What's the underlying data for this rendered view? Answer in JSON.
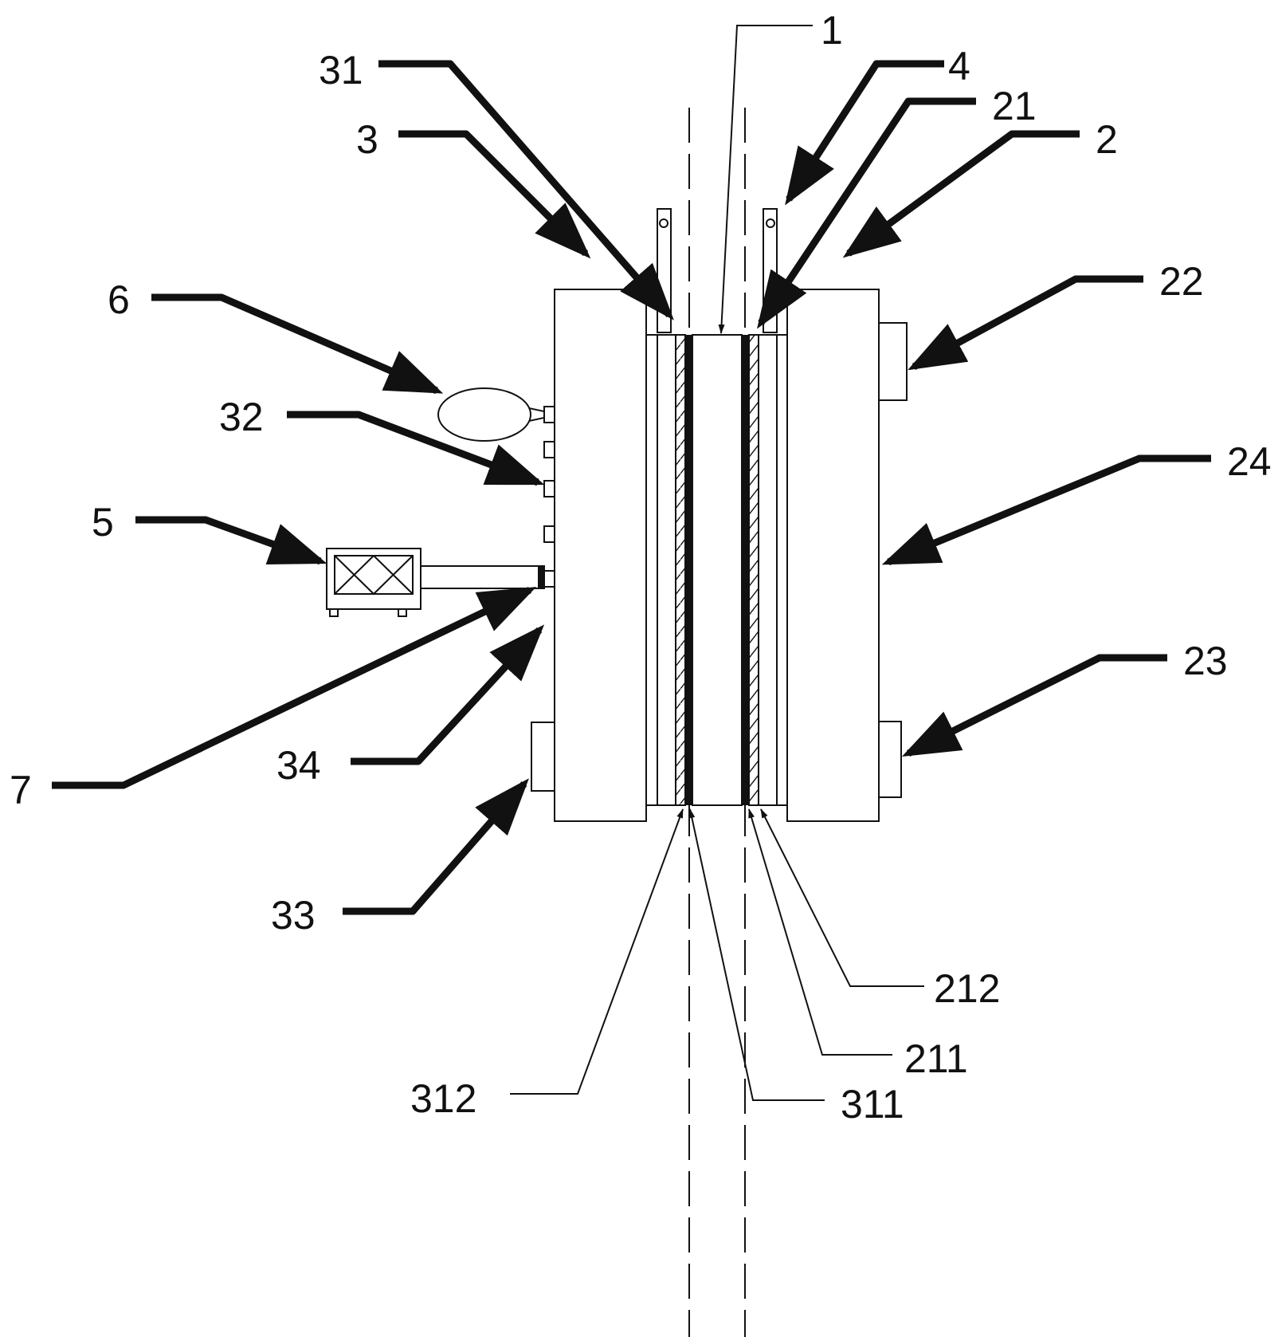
{
  "labels": {
    "l1": "1",
    "l2": "2",
    "l3": "3",
    "l4": "4",
    "l5": "5",
    "l6": "6",
    "l7": "7",
    "l21": "21",
    "l22": "22",
    "l23": "23",
    "l24": "24",
    "l31": "31",
    "l32": "32",
    "l33": "33",
    "l34": "34",
    "l211": "211",
    "l212": "212",
    "l311": "311",
    "l312": "312"
  },
  "colors": {
    "line": "#111111",
    "background": "#ffffff"
  }
}
